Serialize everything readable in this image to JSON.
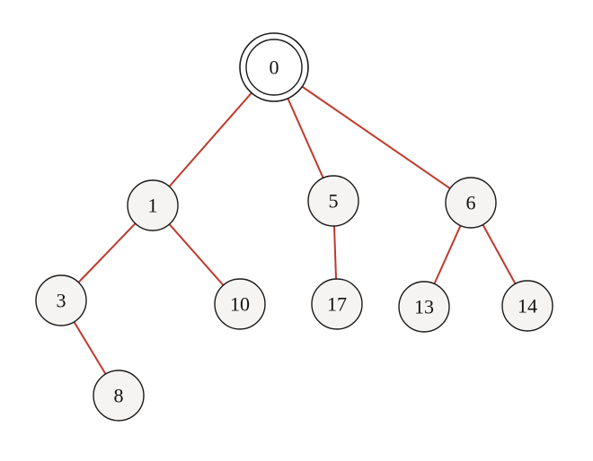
{
  "tree": {
    "root": "0",
    "nodes": [
      {
        "id": "0",
        "label": "0",
        "root": true
      },
      {
        "id": "1",
        "label": "1"
      },
      {
        "id": "5",
        "label": "5"
      },
      {
        "id": "6",
        "label": "6"
      },
      {
        "id": "3",
        "label": "3"
      },
      {
        "id": "10",
        "label": "10"
      },
      {
        "id": "17",
        "label": "17"
      },
      {
        "id": "13",
        "label": "13"
      },
      {
        "id": "14",
        "label": "14"
      },
      {
        "id": "8",
        "label": "8"
      }
    ],
    "edges": [
      {
        "from": "0",
        "to": "1"
      },
      {
        "from": "0",
        "to": "5"
      },
      {
        "from": "0",
        "to": "6"
      },
      {
        "from": "1",
        "to": "3"
      },
      {
        "from": "1",
        "to": "10"
      },
      {
        "from": "5",
        "to": "17"
      },
      {
        "from": "6",
        "to": "13"
      },
      {
        "from": "6",
        "to": "14"
      },
      {
        "from": "3",
        "to": "8"
      }
    ]
  },
  "colors": {
    "edge": "#c0392b",
    "node_fill": "#f6f4f2",
    "node_stroke": "#1a1a1a"
  }
}
